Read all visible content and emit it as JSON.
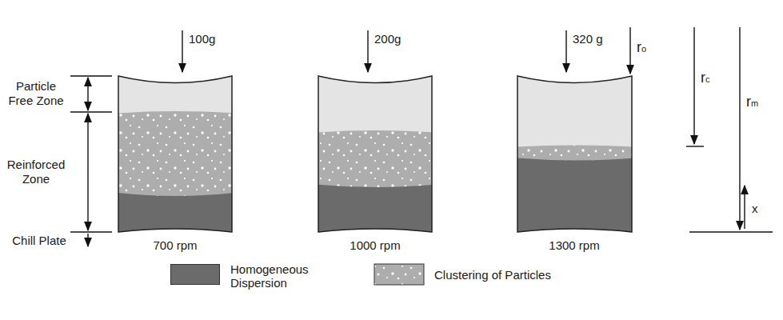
{
  "diagram": {
    "labels": [
      "100g",
      "200g",
      "320 g",
      "ro",
      "rc",
      "rm",
      "Particle Free Zone",
      "Reinforced Zone",
      "Chill Plate",
      "700 rpm",
      "1000 rpm",
      "1300 rpm",
      "x"
    ],
    "legend": [
      {
        "text": "Homogeneous Dispersion",
        "color": "#6b6b6b"
      },
      {
        "text": "Clustering of Particles"
      }
    ]
  }
}
